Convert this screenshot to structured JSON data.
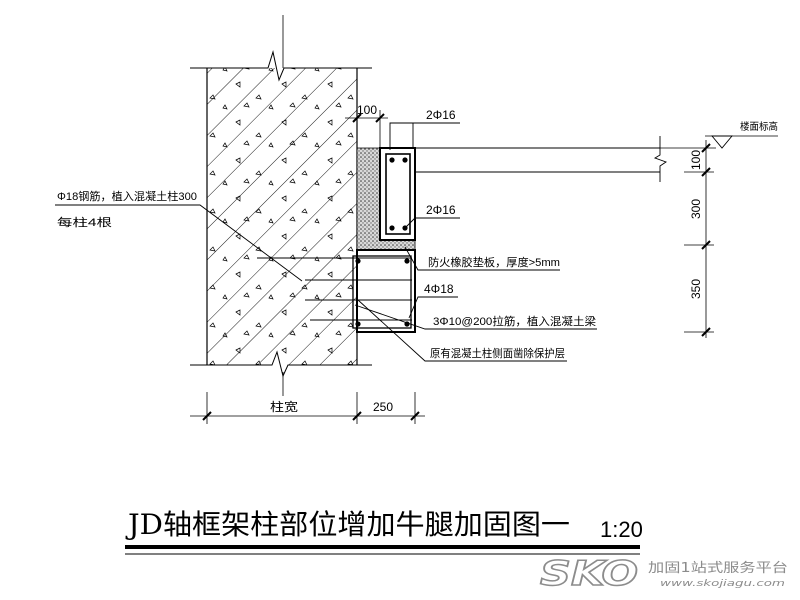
{
  "title": "JD轴框架柱部位增加牛腿加固图一",
  "scale": "1:20",
  "labels": {
    "top_dim": "100",
    "top_rebar": "2Φ16",
    "floor_elevation": "楼面标高",
    "dim_100": "100",
    "dim_300": "300",
    "dim_350": "350",
    "bottom_rebar": "2Φ16",
    "dowel_note_line1": "Φ18钢筋，植入混凝土柱300",
    "dowel_note_line2": "每柱4根",
    "rubber_pad": "防火橡胶垫板，厚度>5mm",
    "corbel_rebar": "4Φ18",
    "tie_bars": "3Φ10@200拉筋，植入混凝土梁",
    "cover_removal": "原有混凝土柱侧面凿除保护层",
    "column_width": "柱宽",
    "dim_250": "250"
  },
  "watermark": {
    "logo": "SKO",
    "slogan": "加固1站式服务平台",
    "url": "www.skojiagu.com"
  }
}
